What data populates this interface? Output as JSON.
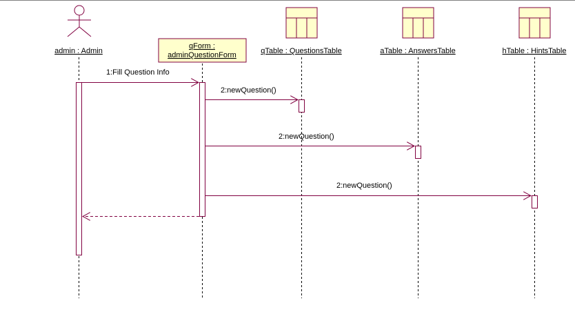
{
  "diagram": {
    "colors": {
      "line": "#800040",
      "lifeline": "#000000",
      "object_fill": "#ffffcc",
      "table_fill": "#ffffcc",
      "background": "#ffffff"
    },
    "lifelines": {
      "admin": {
        "label": "admin : Admin",
        "shape": "actor"
      },
      "qform": {
        "label_line1": "qForm :",
        "label_line2": "adminQuestionForm",
        "shape": "boundary-object"
      },
      "qtable": {
        "label": "qTable : QuestionsTable",
        "shape": "table-icon"
      },
      "atable": {
        "label": "aTable : AnswersTable",
        "shape": "table-icon"
      },
      "htable": {
        "label": "hTable : HintsTable",
        "shape": "table-icon"
      }
    },
    "messages": {
      "m1": {
        "label": "1:Fill Question Info"
      },
      "m2": {
        "label": "2:newQuestion()"
      },
      "m3": {
        "label": "2:newQuestion()"
      },
      "m4": {
        "label": "2:newQuestion()"
      },
      "m5": {
        "label": ""
      }
    }
  }
}
